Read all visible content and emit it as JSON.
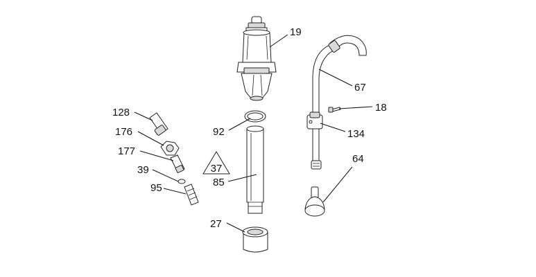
{
  "diagram": {
    "callouts": [
      {
        "id": "c19",
        "text": "19"
      },
      {
        "id": "c67",
        "text": "67"
      },
      {
        "id": "c18",
        "text": "18"
      },
      {
        "id": "c92",
        "text": "92"
      },
      {
        "id": "c134",
        "text": "134"
      },
      {
        "id": "c128",
        "text": "128"
      },
      {
        "id": "c176",
        "text": "176"
      },
      {
        "id": "c177",
        "text": "177"
      },
      {
        "id": "c39",
        "text": "39"
      },
      {
        "id": "c95",
        "text": "95"
      },
      {
        "id": "c64",
        "text": "64"
      },
      {
        "id": "c85",
        "text": "85"
      },
      {
        "id": "c27",
        "text": "27"
      }
    ],
    "warning_symbol": {
      "text": "37"
    }
  }
}
